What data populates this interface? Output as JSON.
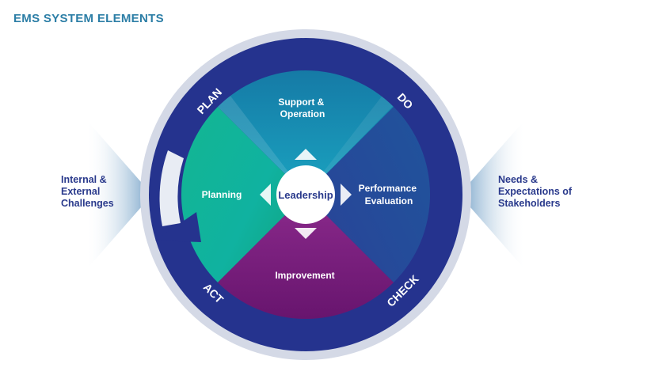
{
  "title": "EMS SYSTEM ELEMENTS",
  "center_label": "Leadership",
  "quadrants": {
    "top": "Support &\nOperation",
    "left": "Planning",
    "right": "Performance\nEvaluation",
    "bottom": "Improvement"
  },
  "cycle": {
    "plan": "PLAN",
    "do": "DO",
    "check": "CHECK",
    "act": "ACT"
  },
  "left_input": "Internal &\nExternal\nChallenges",
  "right_input": "Needs &\nExpectations of\nStakeholders",
  "colors": {
    "title": "#2c7ea6",
    "ring": "#25338e",
    "outer_ring": "#d4d9e6",
    "top_quadrant": "#1a8ab5",
    "left_quadrant": "#12b58c",
    "right_quadrant": "#2a4a9e",
    "bottom_quadrant": "#6e1670",
    "side_text": "#2a3a8c"
  }
}
